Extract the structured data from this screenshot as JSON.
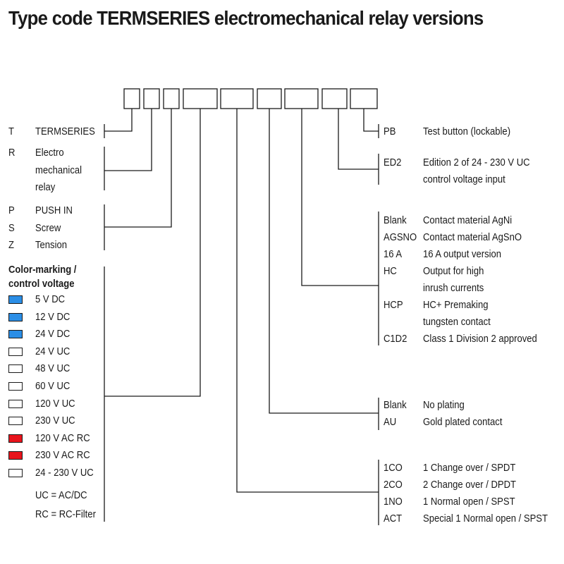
{
  "title": "Type code TERMSERIES electromechanical relay versions",
  "left": {
    "groups": [
      {
        "items": [
          {
            "code": "T",
            "desc": "TERMSERIES"
          }
        ]
      },
      {
        "items": [
          {
            "code": "R",
            "desc": "Electro"
          },
          {
            "code": "",
            "desc": "mechanical"
          },
          {
            "code": "",
            "desc": "relay"
          }
        ]
      },
      {
        "items": [
          {
            "code": "P",
            "desc": "PUSH IN"
          },
          {
            "code": "S",
            "desc": "Screw"
          },
          {
            "code": "Z",
            "desc": "Tension"
          }
        ]
      }
    ],
    "color_heading": [
      "Color-marking /",
      "control voltage"
    ],
    "colors": [
      {
        "label": "5 V DC",
        "color": "#2b8ee6"
      },
      {
        "label": "12 V DC",
        "color": "#2b8ee6"
      },
      {
        "label": "24 V DC",
        "color": "#2b8ee6"
      },
      {
        "label": "24 V UC",
        "color": "#ffffff"
      },
      {
        "label": "48 V UC",
        "color": "#ffffff"
      },
      {
        "label": "60 V UC",
        "color": "#ffffff"
      },
      {
        "label": "120 V UC",
        "color": "#ffffff"
      },
      {
        "label": "230 V UC",
        "color": "#ffffff"
      },
      {
        "label": "120 V AC RC",
        "color": "#e8141c"
      },
      {
        "label": "230 V AC RC",
        "color": "#e8141c"
      },
      {
        "label": "24 - 230 V UC",
        "color": "#ffffff"
      }
    ],
    "notes": [
      "UC = AC/DC",
      "RC = RC-Filter"
    ]
  },
  "right": {
    "groups": [
      {
        "items": [
          {
            "code": "PB",
            "desc": [
              "Test button (lockable)"
            ]
          }
        ]
      },
      {
        "items": [
          {
            "code": "ED2",
            "desc": [
              "Edition 2 of 24 - 230 V UC",
              "control voltage input"
            ]
          }
        ]
      },
      {
        "items": [
          {
            "code": "Blank",
            "desc": [
              "Contact material AgNi"
            ]
          },
          {
            "code": "AGSNO",
            "desc": [
              "Contact material AgSnO"
            ]
          },
          {
            "code": "16 A",
            "desc": [
              "16 A output version"
            ]
          },
          {
            "code": "HC",
            "desc": [
              "Output for high",
              "inrush currents"
            ]
          },
          {
            "code": "HCP",
            "desc": [
              "HC+ Premaking",
              "tungsten contact"
            ]
          },
          {
            "code": "C1D2",
            "desc": [
              "Class 1 Division 2 approved"
            ]
          }
        ]
      },
      {
        "items": [
          {
            "code": "Blank",
            "desc": [
              "No plating"
            ]
          },
          {
            "code": "AU",
            "desc": [
              "Gold plated contact"
            ]
          }
        ]
      },
      {
        "items": [
          {
            "code": "1CO",
            "desc": [
              "1 Change over / SPDT"
            ]
          },
          {
            "code": "2CO",
            "desc": [
              "2 Change over / DPDT"
            ]
          },
          {
            "code": "1NO",
            "desc": [
              "1 Normal open / SPST"
            ]
          },
          {
            "code": "ACT",
            "desc": [
              "Special 1 Normal open / SPST"
            ]
          }
        ]
      }
    ]
  }
}
